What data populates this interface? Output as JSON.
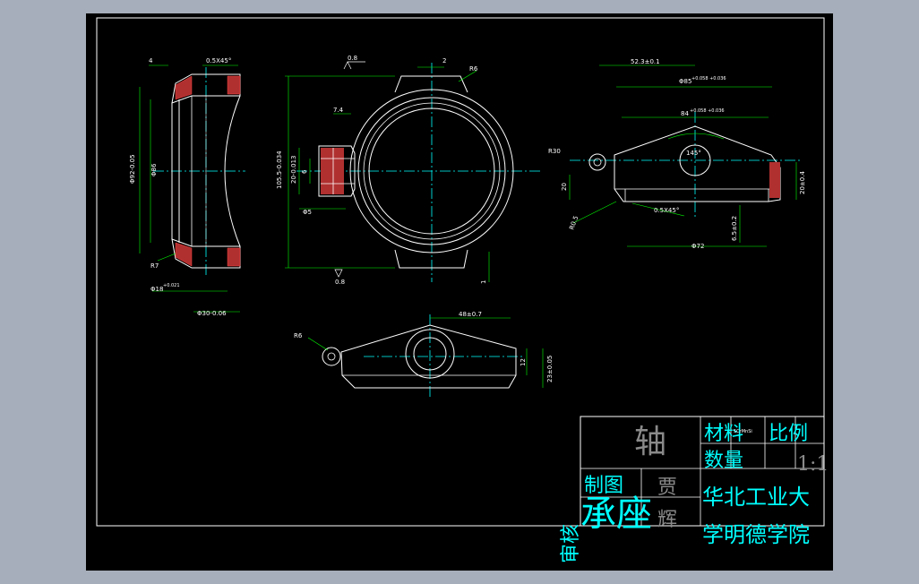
{
  "colors": {
    "background": "#a6aebb",
    "viewport": "#000000",
    "line": "#ffffff",
    "dimension": "#00ff00",
    "centerline": "#00ffff",
    "hatch": "#ff4040",
    "title_text": "#00ffff"
  },
  "dimensions": {
    "side_top_w": "4",
    "side_chamfer": "0.5X45°",
    "side_d92": "Φ92-0.05",
    "side_d86": "Φ86",
    "side_r7": "R7",
    "side_d18": "Φ18",
    "side_d18_tol": "+0.021",
    "side_d30": "Φ30-0.06",
    "front_rough_top": "0.8",
    "front_slot": "2",
    "front_r6": "R6",
    "front_74": "7.4",
    "front_105": "105.5-0.034",
    "front_20": "20-0.013",
    "front_6": "6",
    "front_d5": "Φ5",
    "front_rough_bot": "0.8",
    "front_1": "1",
    "right_52": "52.3±0.1",
    "right_d85": "Φ85",
    "right_d85_tol": "+0.058 +0.036",
    "right_84": "84",
    "right_84_tol": "+0.058 +0.036",
    "right_r30": "R30",
    "right_145": "145°",
    "right_20": "20",
    "right_20_04": "20±0.4",
    "right_r05": "R0.5",
    "right_chamfer": "0.5X45°",
    "right_65": "6.5±0.2",
    "right_d72": "Φ72",
    "bottom_48": "48±0.7",
    "bottom_r6": "R6",
    "bottom_12": "12",
    "bottom_23": "23±0.05"
  },
  "title_block": {
    "part_name_1": "轴",
    "part_name_2": "承座",
    "material_label": "材料",
    "material_value": "5CrMnSi",
    "scale_label": "比例",
    "scale_value": "1:1",
    "quantity_label": "数量",
    "drawn_label": "制图",
    "drawn_name": "贾",
    "checked_label": "审核",
    "checked_name": "辉",
    "school_line1": "华北工业大",
    "school_line2": "学明德学院"
  }
}
